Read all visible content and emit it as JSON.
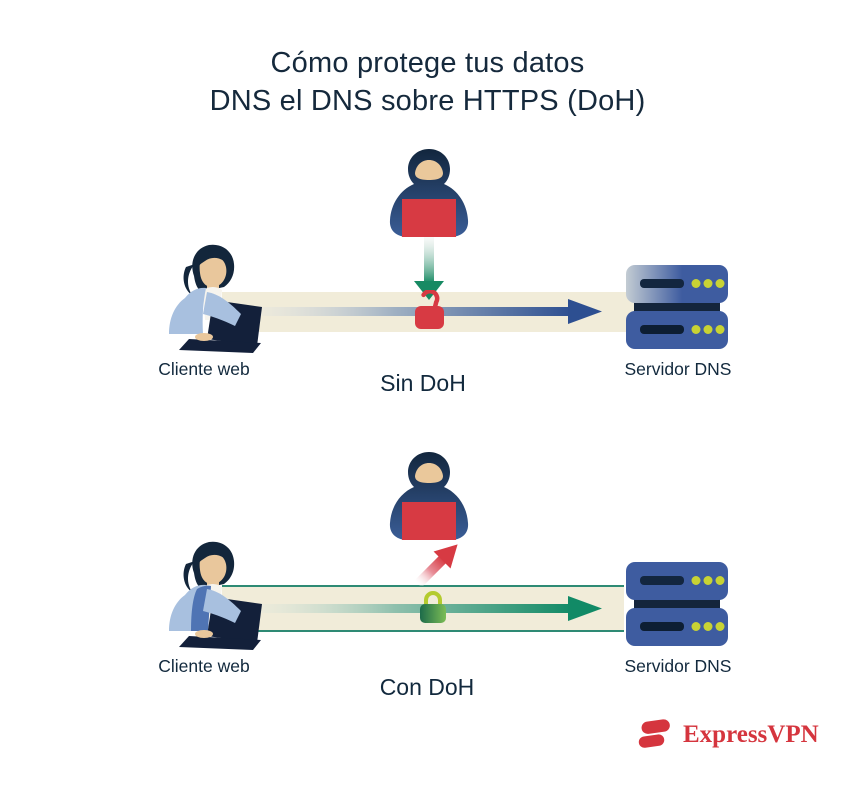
{
  "title": {
    "line1": "Cómo protege tus datos",
    "line2": "DNS el DNS sobre HTTPS (DoH)"
  },
  "sections": [
    {
      "id": "sin-doh",
      "caption": "Sin DoH",
      "client_label": "Cliente web",
      "server_label": "Servidor DNS"
    },
    {
      "id": "con-doh",
      "caption": "Con DoH",
      "client_label": "Cliente web",
      "server_label": "Servidor DNS"
    }
  ],
  "footer": {
    "brand": "ExpressVPN"
  },
  "icons": {
    "client": "woman-at-laptop",
    "attacker": "hooded-hacker-with-laptop",
    "server": "server-rack",
    "unprotected": "open-padlock-red",
    "protected": "closed-padlock-green",
    "query_plain": "right-arrow-blue",
    "query_encrypted": "right-arrow-green",
    "interception": "down-arrow-green",
    "deflection": "bounced-arrow-red"
  },
  "colors": {
    "background": "#ffffff",
    "text": "#15293c",
    "band": "#f1ecd9",
    "tunnel_border": "#2e8a74",
    "plain_query_arrow": "#2d4f91",
    "encrypted_query_arrow": "#118a66",
    "interception_arrow": "#178a63",
    "danger": "#d73a43",
    "server_blue": "#3e5ca0",
    "server_leds": "#c8d334",
    "brand": "#d5353e"
  }
}
